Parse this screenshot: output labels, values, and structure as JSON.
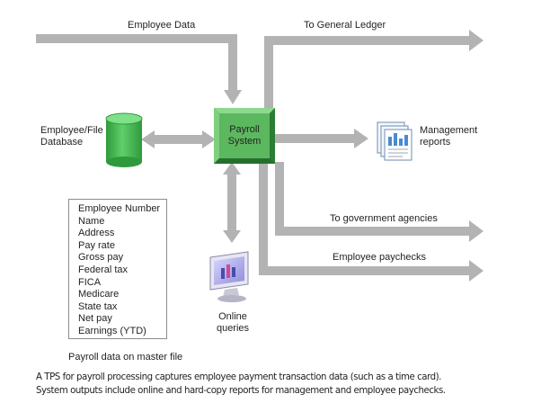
{
  "input_label": "Employee Data",
  "database": {
    "label": "Employee/File Database"
  },
  "process": {
    "label": "Payroll System"
  },
  "outputs": {
    "general_ledger": "To General Ledger",
    "management_reports": "Management reports",
    "government": "To government agencies",
    "paychecks": "Employee paychecks",
    "online_queries": "Online queries"
  },
  "master_file": {
    "fields": [
      "Employee Number",
      "Name",
      "Address",
      "Pay rate",
      "Gross pay",
      "Federal tax",
      "FICA",
      "Medicare",
      "State tax",
      "Net pay",
      "Earnings (YTD)"
    ],
    "caption": "Payroll data on master file"
  },
  "figure_caption": [
    "A TPS for payroll processing captures employee payment transaction data (such as a time card).",
    "System outputs include online and hard-copy reports for management and employee paychecks."
  ],
  "colors": {
    "arrow": "#b3b3b3",
    "process_fill": "#5cb85f",
    "database_fill": "#3bb549",
    "list_border": "#8c8c8c"
  },
  "icons": [
    "database-cylinder-icon",
    "report-pages-icon",
    "computer-monitor-icon"
  ]
}
